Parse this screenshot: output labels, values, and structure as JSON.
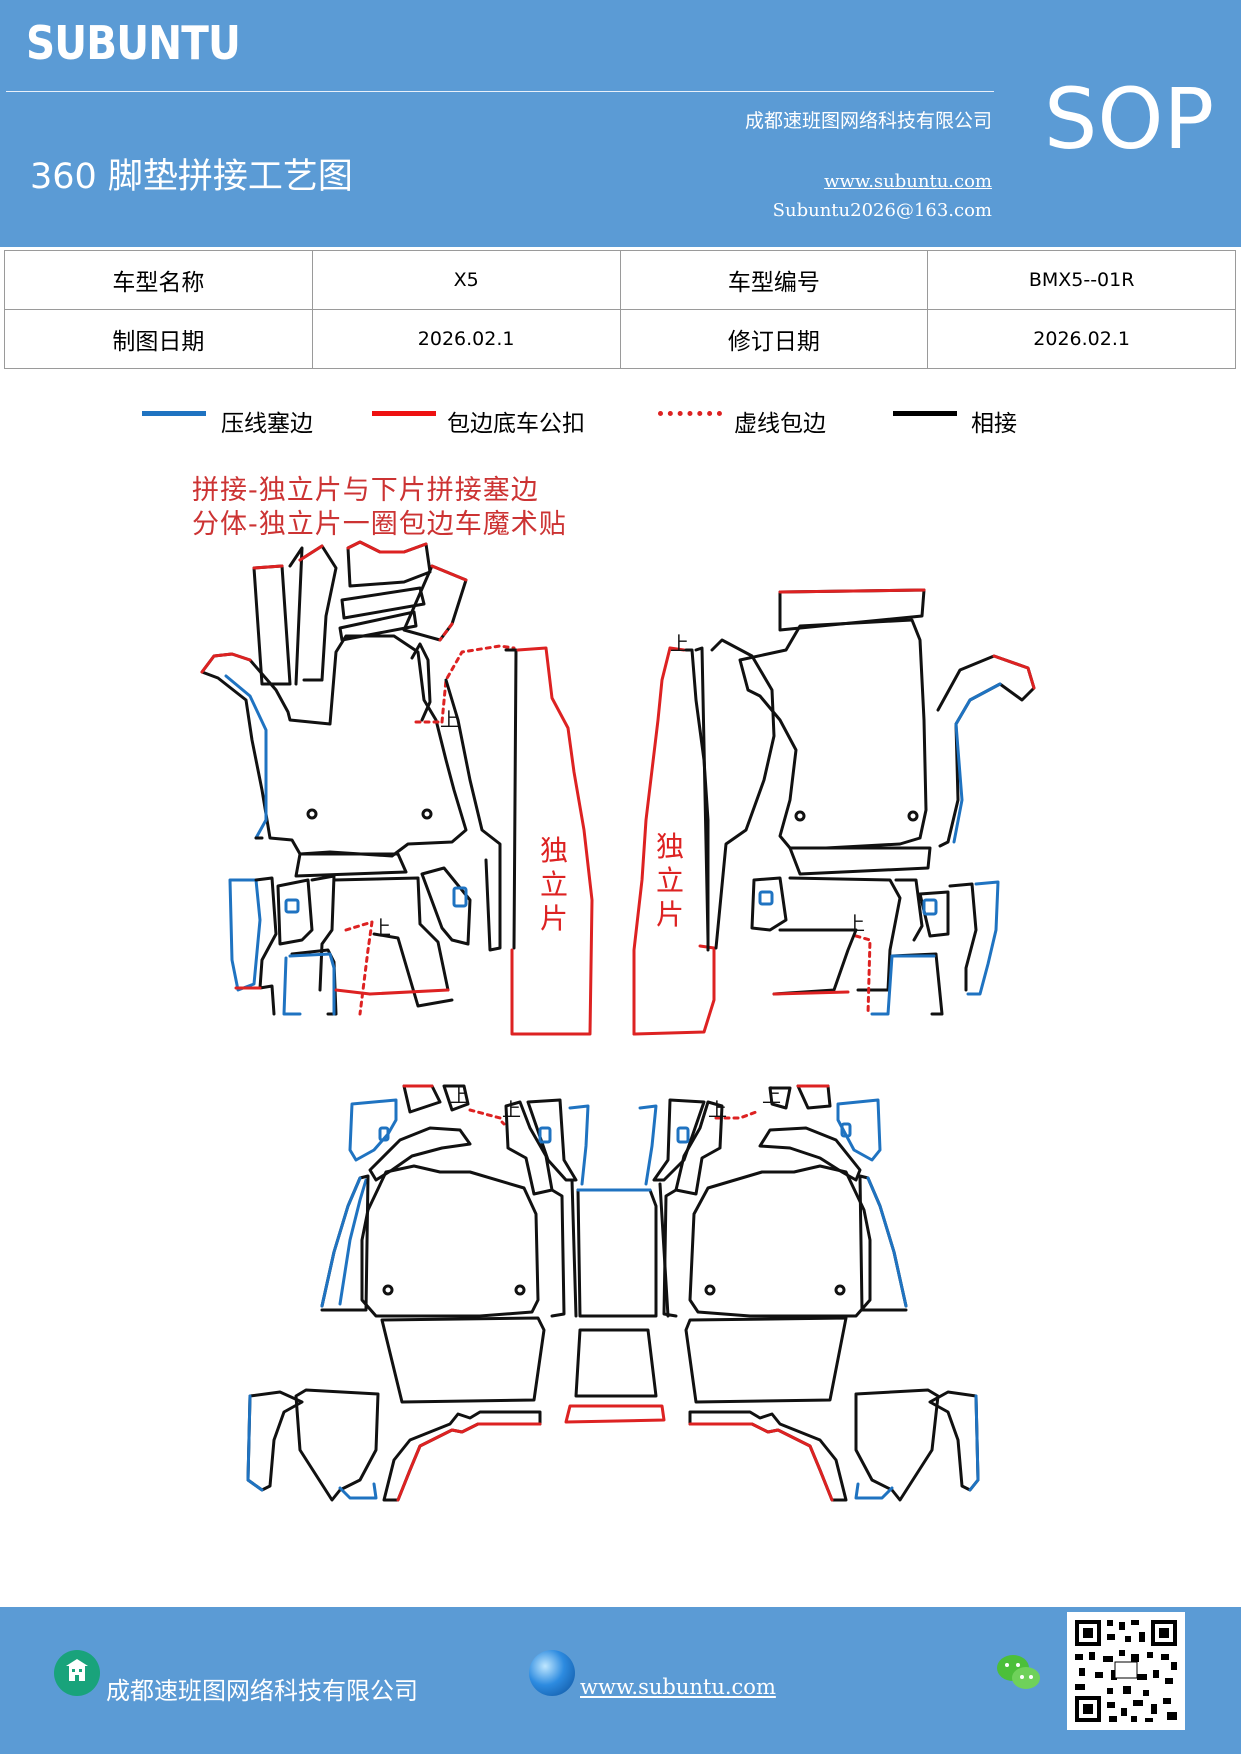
{
  "header": {
    "logo": "SUBUNTU",
    "company": "成都速班图网络科技有限公司",
    "title": "360 脚垫拼接工艺图",
    "website": "www.subuntu.com",
    "email": "Subuntu2026@163.com",
    "badge": "SOP"
  },
  "info_table": {
    "model_name_label": "车型名称",
    "model_name_value": "X5",
    "model_code_label": "车型编号",
    "model_code_value": "BMX5--01R",
    "draw_date_label": "制图日期",
    "draw_date_value": "2026.02.1",
    "revise_date_label": "修订日期",
    "revise_date_value": "2026.02.1"
  },
  "legend": [
    {
      "label": "压线塞边",
      "color": "#1f73c1",
      "style": "solid"
    },
    {
      "label": "包边底车公扣",
      "color": "#ee1111",
      "style": "solid"
    },
    {
      "label": "虚线包边",
      "color": "#dd2222",
      "style": "dotted"
    },
    {
      "label": "相接",
      "color": "#000000",
      "style": "solid"
    }
  ],
  "notes": [
    "拼接-独立片与下片拼接塞边",
    "分体-独立片一圈包边车魔术贴"
  ],
  "diagram": {
    "independent_label": [
      "独",
      "立",
      "片"
    ],
    "up_mark": "上",
    "colors": {
      "blue": "#1f73c1",
      "red": "#dd2222",
      "black": "#111111"
    }
  },
  "footer": {
    "company": "成都速班图网络科技有限公司",
    "website": "www.subuntu.com",
    "company_icon": "building-icon",
    "site_icon": "globe-icon",
    "chat_icon": "wechat-icon",
    "qr": "qr-code"
  }
}
